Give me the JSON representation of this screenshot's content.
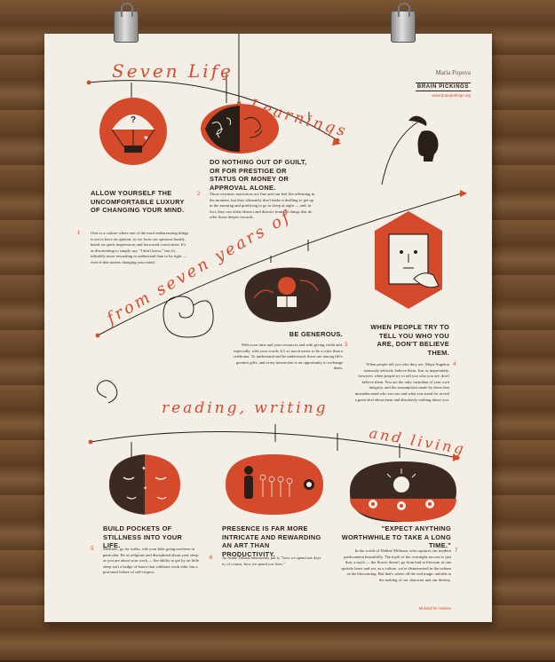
{
  "poster": {
    "title_line1": "Seven Life",
    "title_dash": "-",
    "title_line2": "Learnings",
    "title_line3": "from seven years of",
    "title_line4": "reading, writing",
    "title_line5": "and living",
    "author": "Maria Popova",
    "brand": "BRAIN PICKINGS",
    "url": "www.brainpickings.org",
    "credit": "Mundial for Holstee",
    "colors": {
      "accent": "#d54a2b",
      "dark": "#3b2a22",
      "paper": "#f3efe6",
      "wood": "#6b4a2c"
    }
  },
  "lessons": [
    {
      "number": "1",
      "heading": "ALLOW YOURSELF THE UNCOMFORTABLE LUXURY OF CHANGING YOUR MIND.",
      "body": "Ours is a culture where one of the most embarrassing things is not to have an opinion, so we form our opinions hastily, based on quick impressions and borrowed convictions. It's as disorienting to simply say, \"I don't know,\" but it's infinitely more rewarding to understand than to be right — even if that means changing your mind.",
      "icon": "hot-air-balloon-icon"
    },
    {
      "number": "2",
      "heading": "DO NOTHING OUT OF GUILT, OR FOR PRESTIGE OR STATUS OR MONEY OR APPROVAL ALONE.",
      "body": "Those extrinsic motivators are fine and can feel life-affirming in the moment, but they ultimately don't make it thrilling to get up in the morning and gratifying to go to sleep at night — and, in fact, they can often distract and distract from the things that do offer those deeper rewards.",
      "icon": "octopus-brain-icon"
    },
    {
      "number": "3",
      "heading": "BE GENEROUS.",
      "body": "With your time and your resources and with giving credit and, especially, with your words. It's so much easier to be a critic than a celebrator. To understand and be understood, those are among life's greatest gifts, and every interaction is an opportunity to exchange them.",
      "icon": "open-book-icon"
    },
    {
      "number": "4",
      "heading": "WHEN PEOPLE TRY TO TELL YOU WHO YOU ARE, DON'T BELIEVE THEM.",
      "body": "When people tell you who they are, Maya Angelou famously advised, believe them. Just as importantly, however, when people try to tell you who you are, don't believe them. You are the only custodian of your own integrity, and the assumptions made by those that misunderstand who you are and what you stand for reveal a great deal about them and absolutely nothing about you.",
      "icon": "mirror-face-icon"
    },
    {
      "number": "5",
      "heading": "BUILD POCKETS OF STILLNESS INTO YOUR LIFE.",
      "body": "Meditate, go for walks, ride your bike going nowhere in particular. Be as religious and disciplined about your sleep as you are about your work — the ability to get by on little sleep isn't a badge of honor that validates work ethic but a profound failure of self-respect.",
      "icon": "sleeping-faces-icon"
    },
    {
      "number": "6",
      "heading": "PRESENCE IS FAR MORE INTRICATE AND REWARDING AN ART THAN PRODUCTIVITY.",
      "body": "As Annie Dillard memorably put it, \"how we spend our days is, of course, how we spend our lives.\"",
      "icon": "silhouette-crowd-icon"
    },
    {
      "number": "7",
      "heading": "\"EXPECT ANYTHING WORTHWHILE TO TAKE A LONG TIME.\"",
      "body": "In the words of Debbie Millman, who captures our modern predicament beautifully. The myth of the overnight success is just that, a myth — the flower doesn't go from bud to blossom in one spritely burst and yet, as a culture, we're disinterested in the tedium of the blossoming. But that's where all the real magic unfolds in the making of our character and our destiny.",
      "icon": "sunrise-flowers-icon"
    }
  ]
}
